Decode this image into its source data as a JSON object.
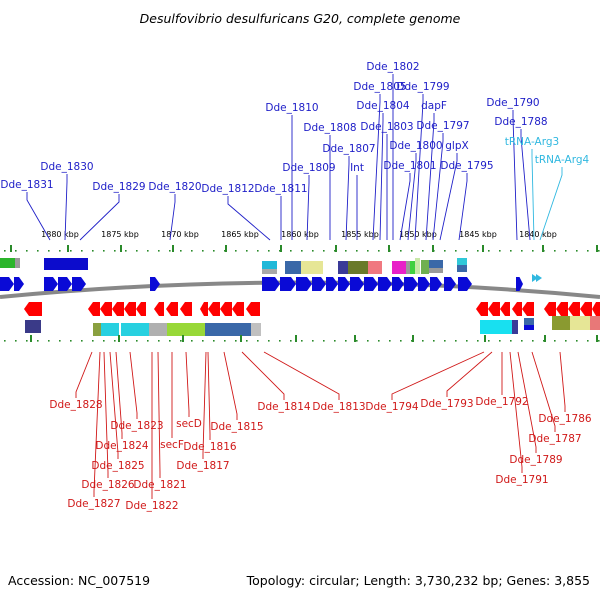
{
  "title": "Desulfovibrio desulfuricans G20, complete genome",
  "accession": "Accession: NC_007519",
  "topology": "Topology: circular; Length: 3,730,232 bp; Genes: 3,855",
  "colors": {
    "forward": "#0a0ad6",
    "reverse": "#ff0000",
    "forward_label": "#2020c8",
    "reverse_label": "#d01818",
    "trna": "#30b8e0",
    "backbone": "#888888",
    "tick": "#2a8a2a"
  },
  "ticks": [
    "1880 kbp",
    "1875 kbp",
    "1870 kbp",
    "1865 kbp",
    "1860 kbp",
    "1855 kbp",
    "1850 kbp",
    "1845 kbp",
    "1840 kbp"
  ],
  "top_labels": [
    "Dde_1831",
    "Dde_1830",
    "Dde_1829",
    "Dde_1820",
    "Dde_1812",
    "Dde_1811",
    "Dde_1810",
    "Dde_1809",
    "Dde_1808",
    "Dde_1807",
    "Int",
    "Dde_1805",
    "Dde_1804",
    "Dde_1803",
    "Dde_1802",
    "Dde_1801",
    "Dde_1800",
    "Dde_1799",
    "dapF",
    "Dde_1797",
    "glpX",
    "Dde_1795",
    "Dde_1790",
    "Dde_1788",
    "tRNA-Arg3",
    "tRNA-Arg4"
  ],
  "bottom_labels": [
    "Dde_1828",
    "Dde_1827",
    "Dde_1826",
    "Dde_1825",
    "Dde_1824",
    "Dde_1823",
    "Dde_1822",
    "Dde_1821",
    "secF",
    "secD",
    "Dde_1817",
    "Dde_1816",
    "Dde_1815",
    "Dde_1814",
    "Dde_1813",
    "Dde_1794",
    "Dde_1793",
    "Dde_1792",
    "Dde_1791",
    "Dde_1789",
    "Dde_1787",
    "Dde_1786"
  ]
}
